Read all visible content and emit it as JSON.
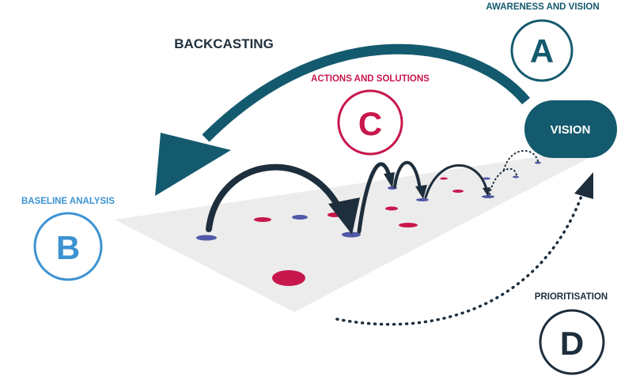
{
  "labels": {
    "awareness": "AWARENESS AND VISION",
    "backcasting": "BACKCASTING",
    "actions": "ACTIONS AND SOLUTIONS",
    "baseline": "BASELINE ANALYSIS",
    "prioritisation": "PRIORITISATION",
    "vision": "VISION"
  },
  "steps": {
    "a": "A",
    "b": "B",
    "c": "C",
    "d": "D"
  },
  "colors": {
    "teal": "#145a6e",
    "crimson": "#c8174c",
    "blue": "#3d93d1",
    "navy": "#1e2e3c",
    "marker": "#5258a8",
    "plane": "#ececec"
  }
}
